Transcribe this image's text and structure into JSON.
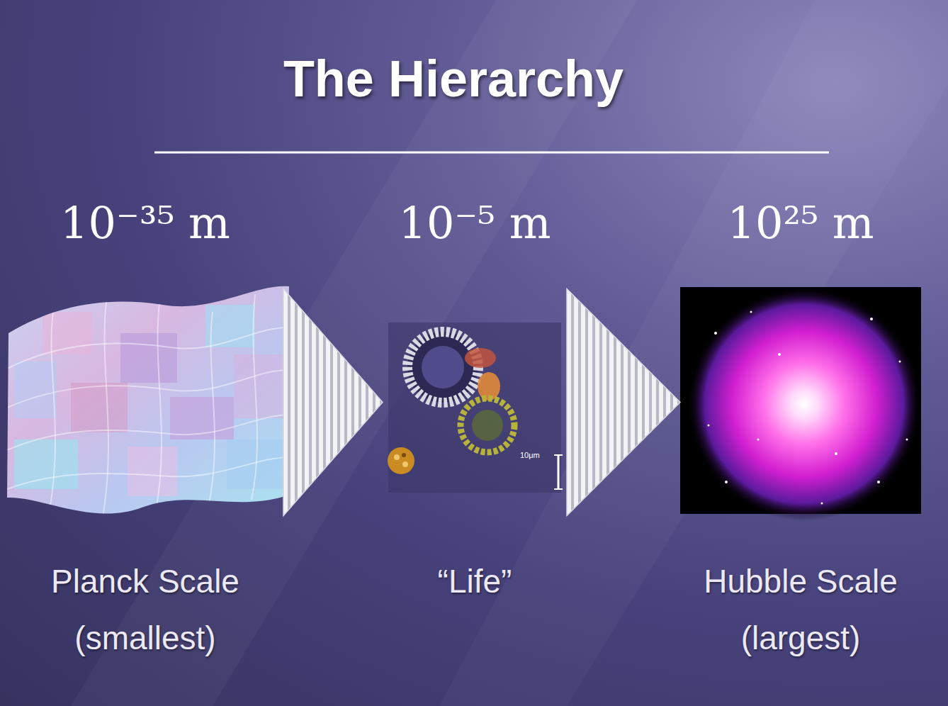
{
  "diagram": {
    "title": "The Hierarchy",
    "nodes": [
      {
        "text": [
          "10⁻³⁵ m",
          "Planck Scale (smallest)"
        ]
      },
      {
        "text": [
          "10⁻⁵ m",
          "“Life”"
        ]
      },
      {
        "text": [
          "10²⁵ m",
          "Hubble Scale (largest)"
        ]
      }
    ],
    "edges": [
      {
        "from": 0,
        "to": 1,
        "arrow": "to"
      },
      {
        "from": 1,
        "to": 2,
        "arrow": "to"
      }
    ],
    "labels": [
      "10μm"
    ]
  }
}
